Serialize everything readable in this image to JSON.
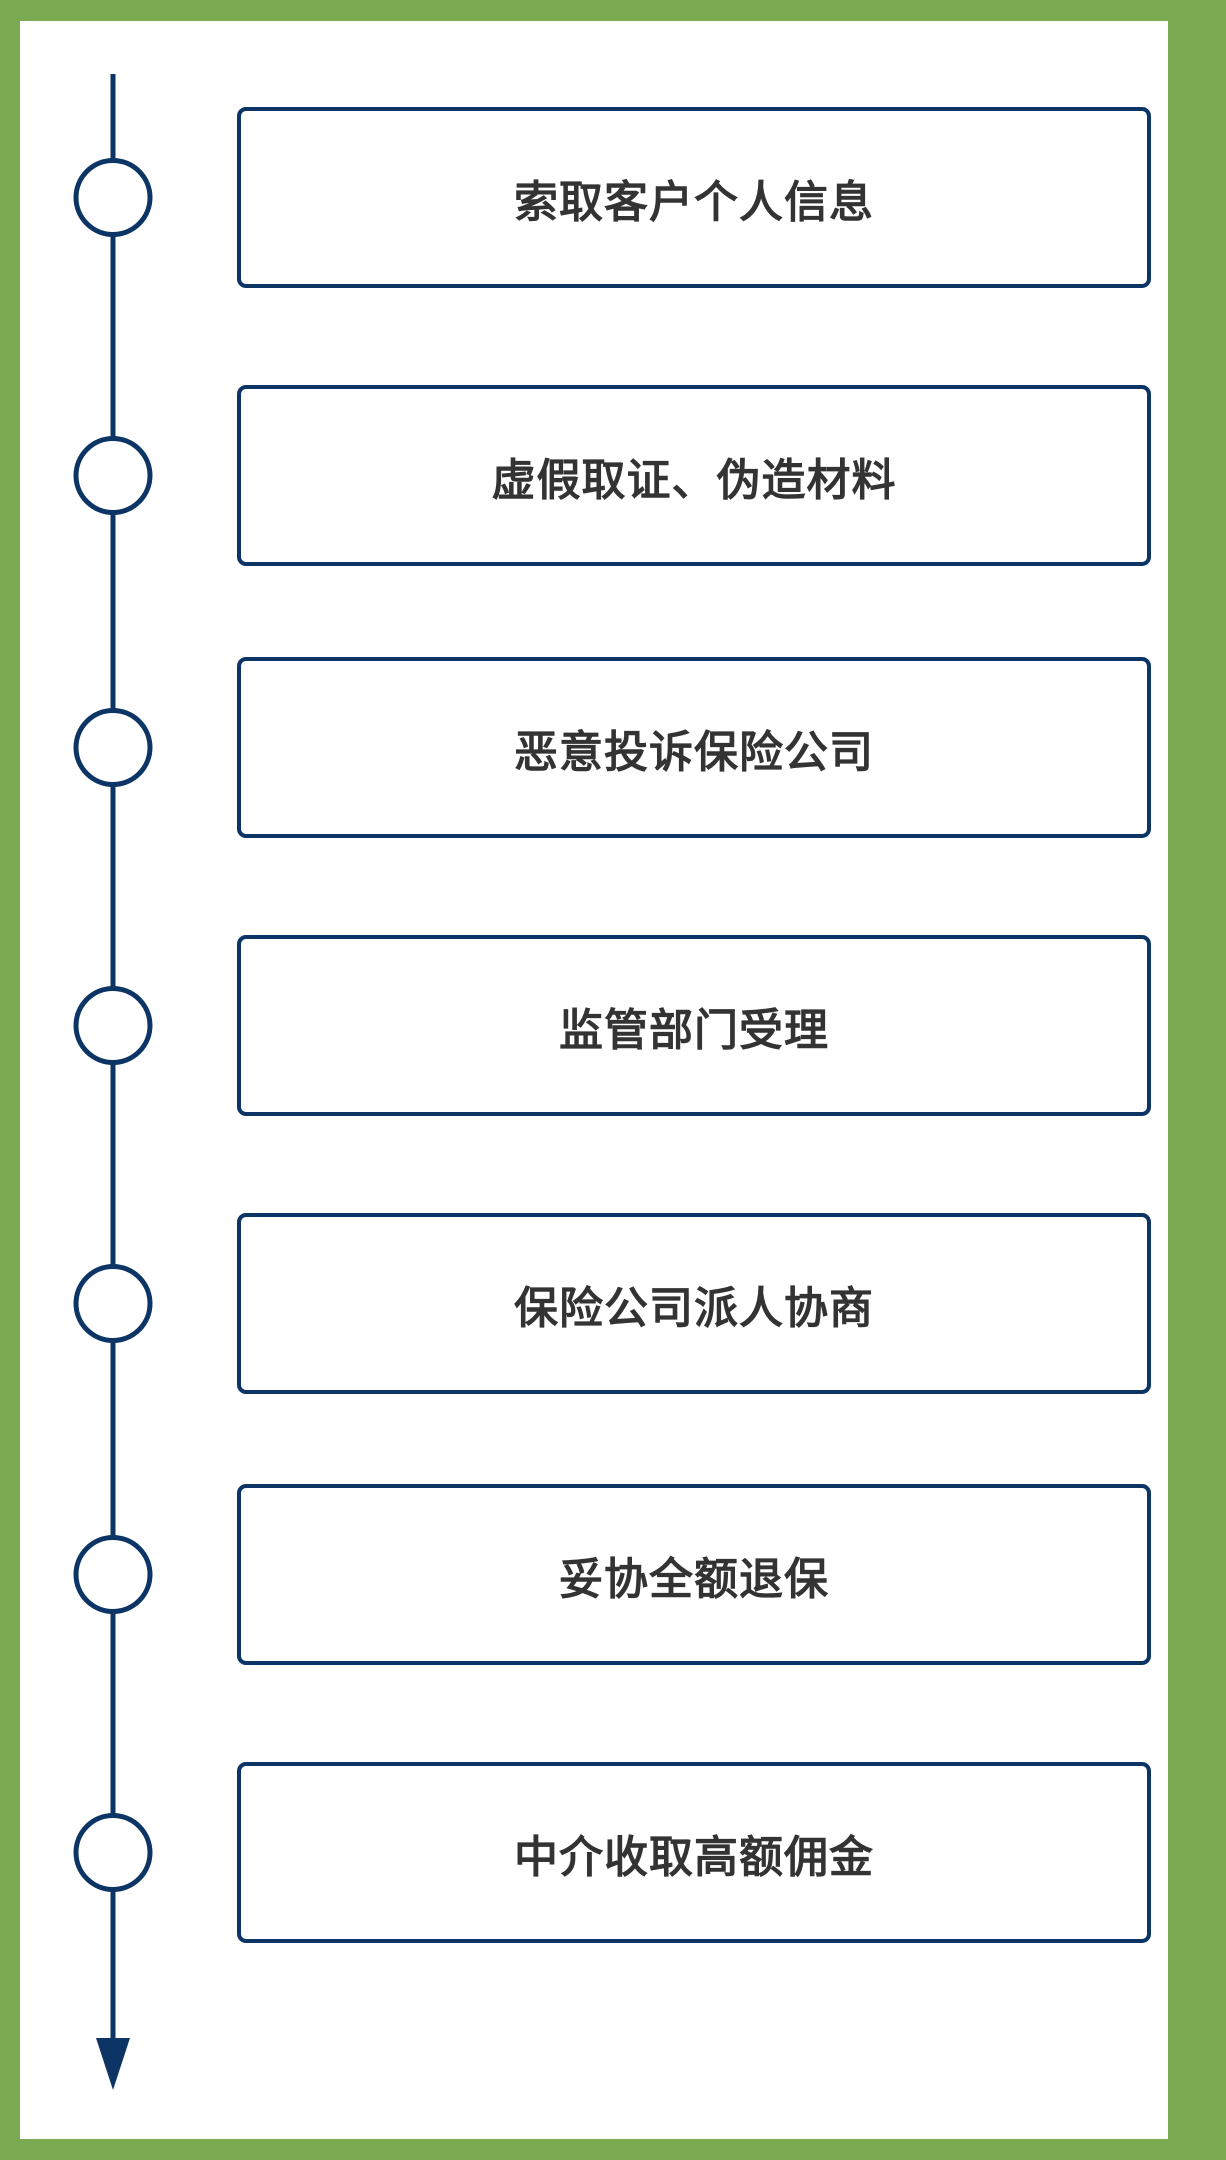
{
  "colors": {
    "frame": "#7aaa52",
    "panel": "#ffffff",
    "line": "#0c3566",
    "text": "#333333"
  },
  "timeline": {
    "steps": [
      {
        "label": "索取客户个人信息"
      },
      {
        "label": "虚假取证、伪造材料"
      },
      {
        "label": "恶意投诉保险公司"
      },
      {
        "label": "监管部门受理"
      },
      {
        "label": "保险公司派人协商"
      },
      {
        "label": "妥协全额退保"
      },
      {
        "label": "中介收取高额佣金"
      }
    ]
  }
}
